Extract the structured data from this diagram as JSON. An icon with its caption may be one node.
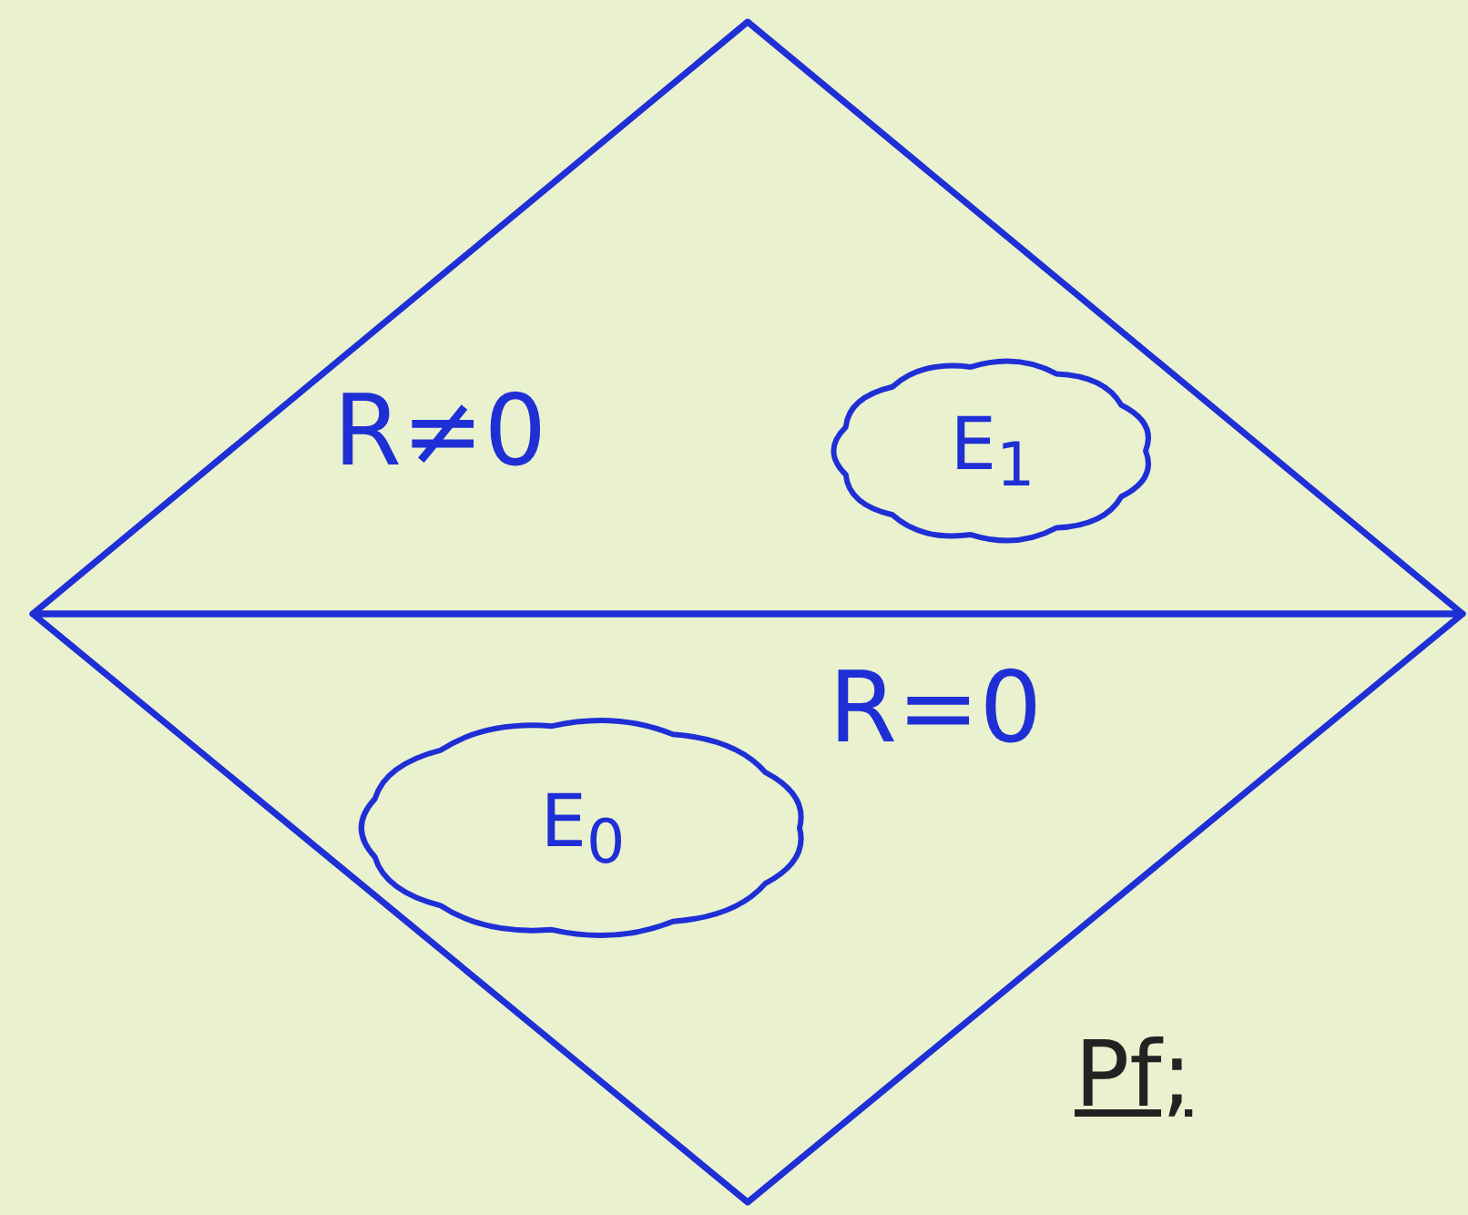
{
  "diagram": {
    "nodes": [
      {
        "text": [
          "R≠0"
        ]
      },
      {
        "text": [
          "E$_{1}$"
        ],
        "in": 0
      },
      {
        "text": [
          "R=0"
        ]
      },
      {
        "text": [
          "E$_{0}$"
        ],
        "in": 2
      }
    ],
    "labels": [
      "Pf;"
    ]
  }
}
